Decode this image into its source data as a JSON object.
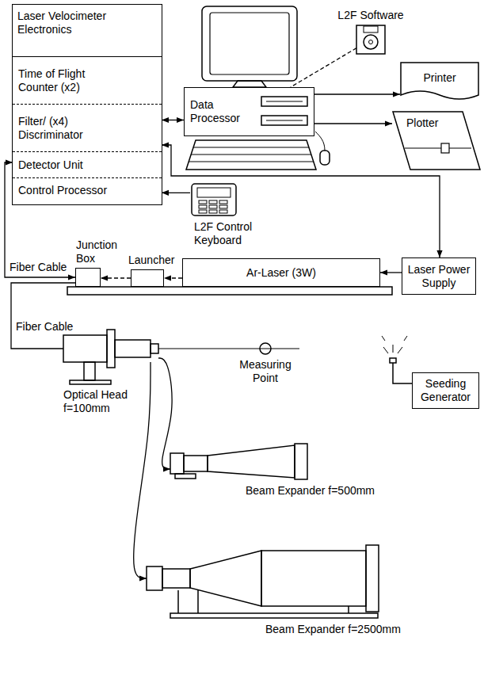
{
  "diagram": {
    "nodes": [
      {
        "text": [
          "Laser Velocimeter Electronics"
        ]
      },
      {
        "text": [
          "Time of Flight Counter (x2)"
        ],
        "in": 0
      },
      {
        "text": [
          "Filter/ (x4) Discriminator"
        ],
        "in": 0
      },
      {
        "text": [
          "Detector Unit"
        ],
        "in": 0
      },
      {
        "text": [
          "Control Processor"
        ],
        "in": 0
      },
      {
        "text": [
          "L2F Software"
        ]
      },
      {
        "text": [
          "Data Processor"
        ]
      },
      {
        "text": [
          "Printer"
        ]
      },
      {
        "text": [
          "Plotter"
        ]
      },
      {
        "text": [
          "L2F Control Keyboard"
        ]
      },
      {
        "text": [
          "Junction Box"
        ]
      },
      {
        "text": [
          "Launcher"
        ]
      },
      {
        "text": [
          "Ar-Laser (3W)"
        ]
      },
      {
        "text": [
          "Laser Power Supply"
        ]
      },
      {
        "text": [
          "Optical Head f=100mm"
        ]
      },
      {
        "text": [
          "Seeding Generator"
        ]
      },
      {
        "text": [
          "Beam Expander f=500mm"
        ]
      },
      {
        "text": [
          "Beam Expander f=2500mm"
        ]
      }
    ],
    "edges": [
      {
        "from": 2,
        "to": 6,
        "arrow": "both"
      },
      {
        "from": 5,
        "to": 6,
        "arrow": "none"
      },
      {
        "from": 6,
        "to": 7,
        "arrow": "to"
      },
      {
        "from": 6,
        "to": 8,
        "arrow": "to"
      },
      {
        "from": 9,
        "to": 4,
        "arrow": "to"
      },
      {
        "from": 2,
        "to": 13,
        "arrow": "both"
      },
      {
        "from": 10,
        "to": 3,
        "arrow": "both"
      },
      {
        "from": 12,
        "to": 11,
        "arrow": "to"
      },
      {
        "from": 11,
        "to": 10,
        "arrow": "to"
      },
      {
        "from": 13,
        "to": 12,
        "arrow": "to"
      },
      {
        "from": 10,
        "to": 14,
        "arrow": "none"
      },
      {
        "from": 14,
        "to": 16,
        "arrow": "to"
      },
      {
        "from": 14,
        "to": 17,
        "arrow": "to"
      }
    ],
    "labels": [
      "Fiber Cable",
      "Fiber Cable",
      "Measuring Point"
    ]
  }
}
